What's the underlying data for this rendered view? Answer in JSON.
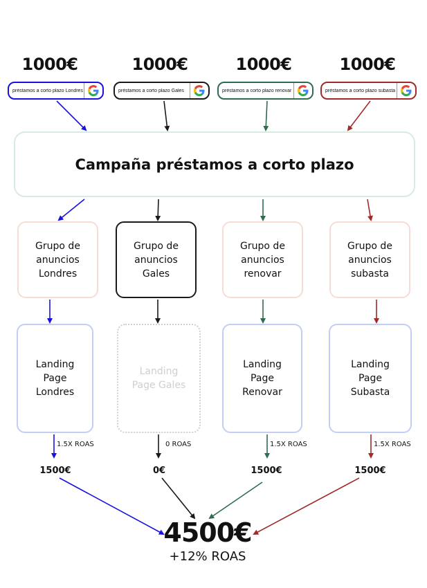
{
  "colors": {
    "blue": "#1a10e0",
    "black": "#1a1a1a",
    "green": "#2e6b4f",
    "red": "#a02a2a"
  },
  "columns": [
    {
      "budget": "1000€",
      "query": "préstamos a corto plazo Londres",
      "group": "Grupo de anuncios Londres",
      "landing": "Landing Page Londres",
      "roas": "1.5X ROAS",
      "result": "1500€",
      "color": "blue",
      "icon": "google-icon"
    },
    {
      "budget": "1000€",
      "query": "préstamos a corto plazo Gales",
      "group": "Grupo de anuncios Gales",
      "landing": "Landing Page Gales",
      "roas": "0 ROAS",
      "result": "0€",
      "color": "black",
      "icon": "google-icon"
    },
    {
      "budget": "1000€",
      "query": "préstamos a corto plazo renovar",
      "group": "Grupo de anuncios renovar",
      "landing": "Landing Page Renovar",
      "roas": "1.5X ROAS",
      "result": "1500€",
      "color": "green",
      "icon": "google-icon"
    },
    {
      "budget": "1000€",
      "query": "préstamos a corto plazo subasta",
      "group": "Grupo de anuncios subasta",
      "landing": "Landing Page Subasta",
      "roas": "1.5X ROAS",
      "result": "1500€",
      "color": "red",
      "icon": "google-icon"
    }
  ],
  "campaign": "Campaña préstamos a corto plazo",
  "total": {
    "value": "4500€",
    "subtitle": "+12% ROAS"
  }
}
